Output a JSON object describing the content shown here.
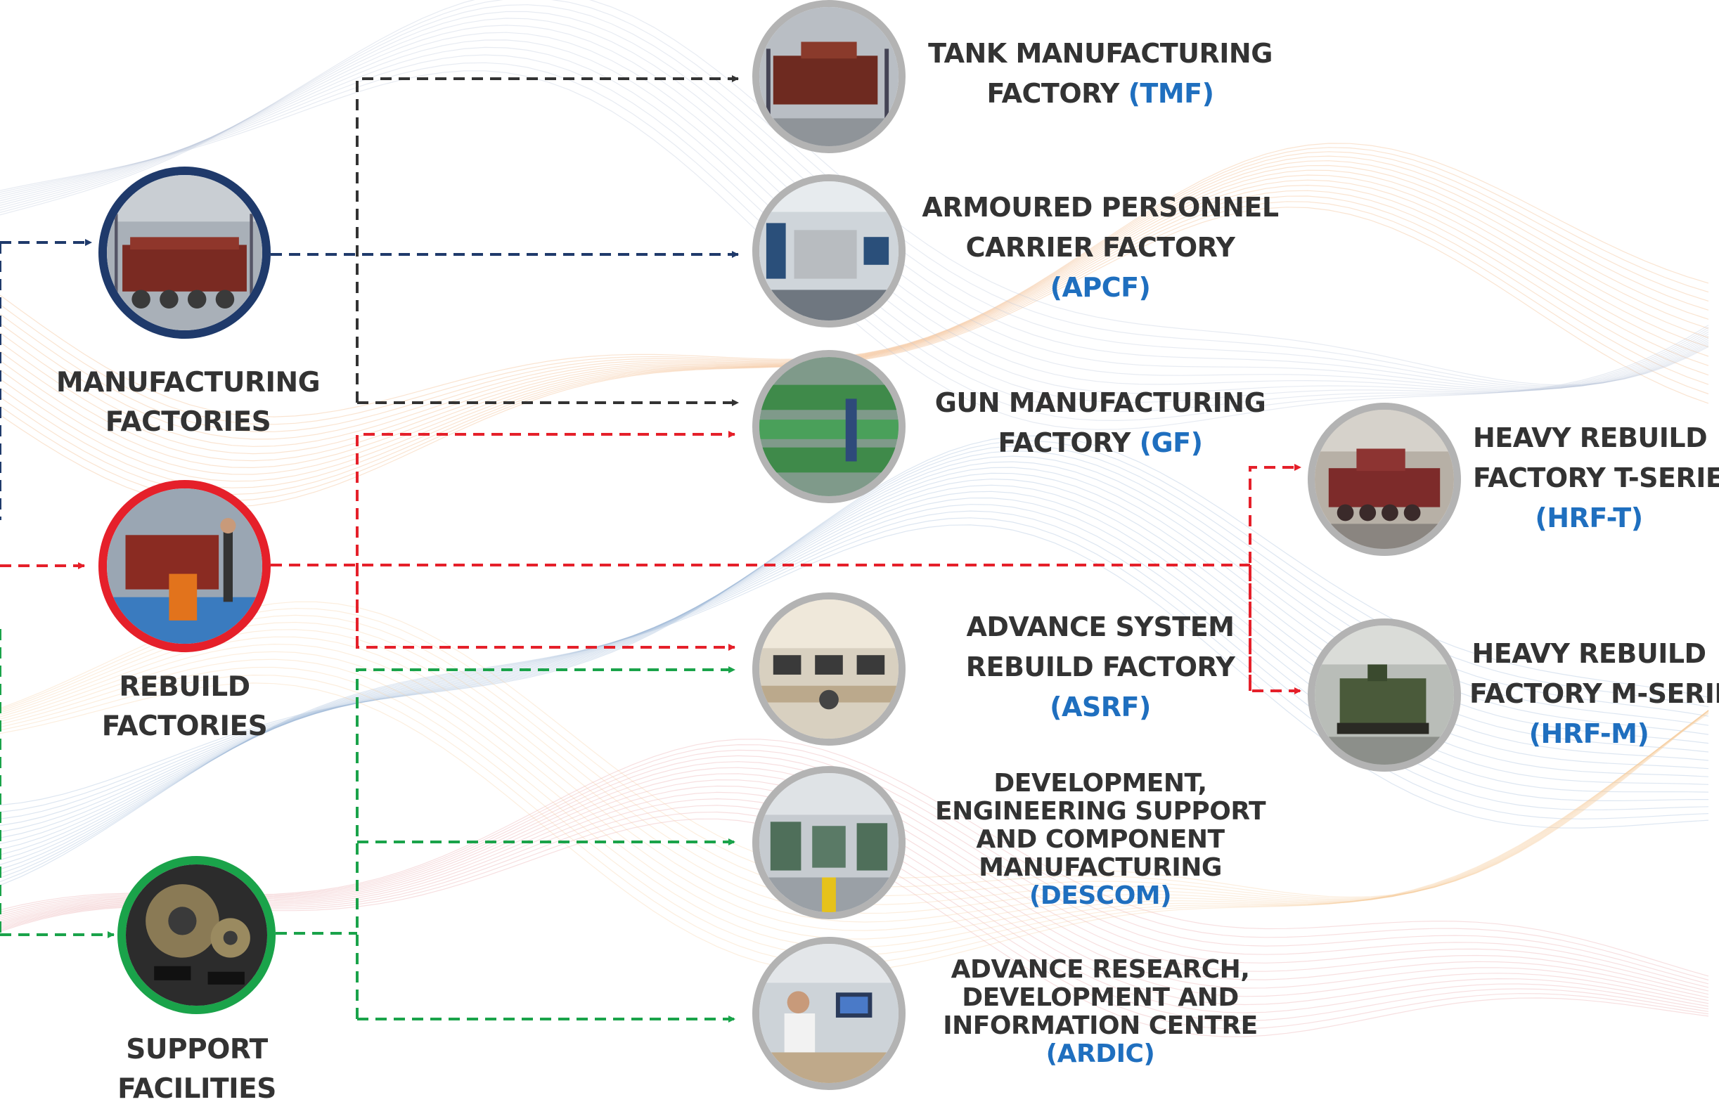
{
  "colors": {
    "manufacturing": "#1f3a6b",
    "rebuild": "#e5202a",
    "support": "#1aa34a",
    "black_connector": "#333333",
    "code_blue": "#1f6fbf",
    "ring_grey": "#b3b3b3",
    "text": "#333333"
  },
  "groups": {
    "manufacturing": {
      "line1": "MANUFACTURING",
      "line2": "FACTORIES"
    },
    "rebuild": {
      "line1": "REBUILD",
      "line2": "FACTORIES"
    },
    "support": {
      "line1": "SUPPORT",
      "line2": "FACILITIES"
    }
  },
  "units": {
    "tmf": {
      "line1": "TANK MANUFACTURING",
      "line2": "FACTORY",
      "code": "(TMF)"
    },
    "apcf": {
      "line1": "ARMOURED PERSONNEL",
      "line2": "CARRIER FACTORY",
      "code": "(APCF)"
    },
    "gf": {
      "line1": "GUN MANUFACTURING",
      "line2": "FACTORY",
      "code": "(GF)"
    },
    "asrf": {
      "line1": "ADVANCE SYSTEM",
      "line2": "REBUILD FACTORY",
      "code": "(ASRF)"
    },
    "descom": {
      "line1": "DEVELOPMENT,",
      "line2": "ENGINEERING SUPPORT",
      "line3": "AND COMPONENT",
      "line4": "MANUFACTURING",
      "code": "(DESCOM)"
    },
    "ardic": {
      "line1": "ADVANCE RESEARCH,",
      "line2": "DEVELOPMENT AND",
      "line3": "INFORMATION CENTRE",
      "code": "(ARDIC)"
    },
    "hrft": {
      "line1": "HEAVY REBUILD",
      "line2": "FACTORY T-SERIES",
      "code": "(HRF-T)"
    },
    "hrfm": {
      "line1": "HEAVY REBUILD",
      "line2": "FACTORY M-SERIES",
      "code": "(HRF-M)"
    }
  },
  "icons": {
    "manufacturing": "tank-assembly-photo",
    "rebuild": "vehicle-rebuild-photo",
    "support": "gears-photo",
    "tmf": "tank-factory-photo",
    "apcf": "apc-factory-photo",
    "gf": "gun-factory-photo",
    "asrf": "lab-workstation-photo",
    "descom": "machine-shop-photo",
    "ardic": "research-lab-photo",
    "hrft": "t-series-tank-photo",
    "hrfm": "m-series-apc-photo"
  }
}
